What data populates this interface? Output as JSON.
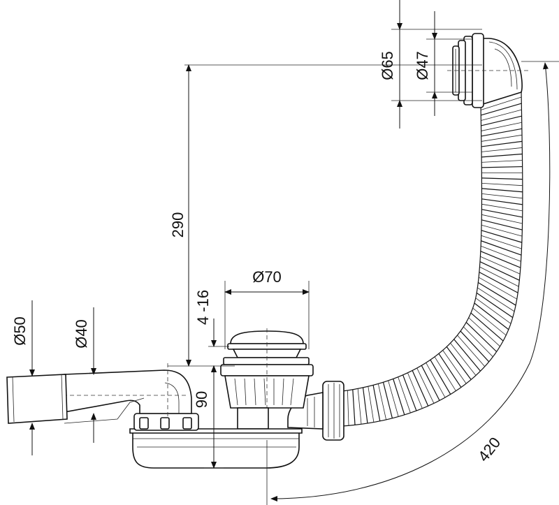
{
  "dimensions": {
    "overflow_outer": "Ø65",
    "overflow_inner": "Ø47",
    "height": "290",
    "clearance": "4 -16",
    "plug": "Ø70",
    "outlet_outer": "Ø50",
    "outlet_inner": "Ø40",
    "trap_height": "90",
    "length": "420"
  }
}
